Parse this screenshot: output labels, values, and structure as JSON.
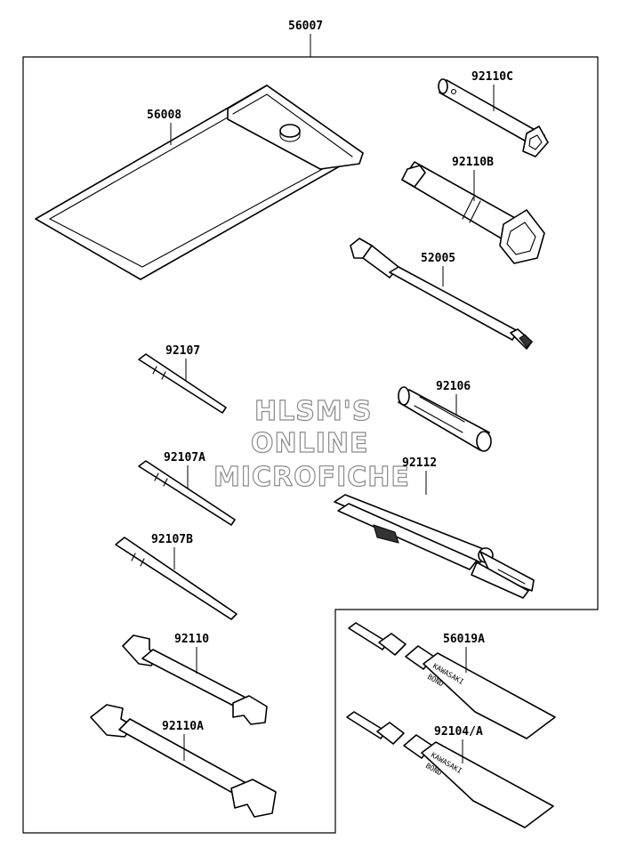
{
  "diagram": {
    "labels": {
      "assembly": "56007",
      "bag": "56008",
      "box_wrench_c": "92110C",
      "box_wrench_b": "92110B",
      "screwdriver_handle": "52005",
      "bit_92107": "92107",
      "bit_92107a": "92107A",
      "bit_92107b": "92107B",
      "adapter": "92106",
      "pliers": "92112",
      "wrench": "92110",
      "wrench_a": "92110A",
      "bond_tube_1": "56019A",
      "bond_tube_2": "92104/A"
    },
    "tube_text": {
      "brand": "KAWASAKI",
      "product": "BOND"
    },
    "watermark": {
      "line1": "HLSM'S",
      "line2": "ONLINE",
      "line3": "MICROFICHE"
    }
  }
}
